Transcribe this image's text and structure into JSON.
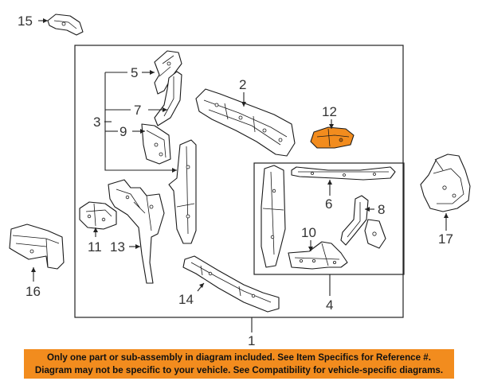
{
  "callouts": {
    "c1": "1",
    "c2": "2",
    "c3": "3",
    "c4": "4",
    "c5": "5",
    "c6": "6",
    "c7": "7",
    "c8": "8",
    "c9": "9",
    "c10": "10",
    "c11": "11",
    "c12": "12",
    "c13": "13",
    "c14": "14",
    "c15": "15",
    "c16": "16",
    "c17": "17"
  },
  "notice": {
    "line1": "Only one part or sub-assembly in diagram included. See Item Specifics for Reference #.",
    "line2": "Diagram may not be specific to your vehicle. See Compatibility for vehicle-specific diagrams."
  },
  "colors": {
    "highlight": "#f28c1e",
    "line": "#1a1a1a",
    "label": "#333333"
  }
}
